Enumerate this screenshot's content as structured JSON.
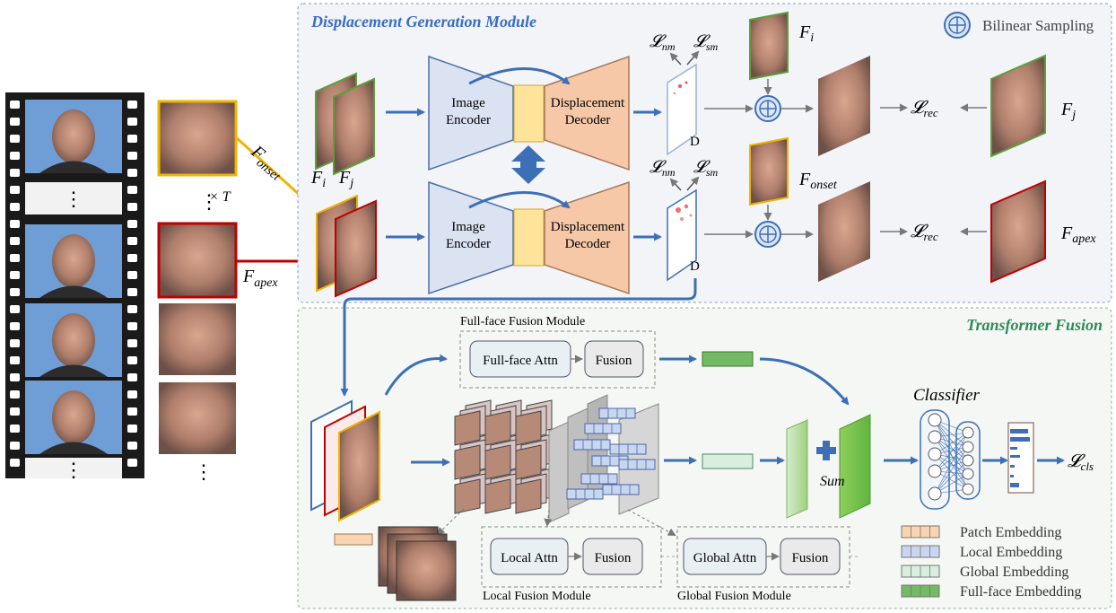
{
  "colors": {
    "panel_bg": "#f2f4f8",
    "panel_border": "#7f97c4",
    "encoder": "#dbe3f3",
    "decoder": "#f6c8a8",
    "bottleneck": "#fde49a",
    "arrow_blue": "#3d6fb6",
    "onset_border": "#f0b400",
    "apex_border": "#c00000",
    "green_frame": "#5f9e3a",
    "title_blue": "#3a6cc2",
    "title_green": "#2e8b57",
    "patch_embed": "#f8d5b0",
    "local_embed": "#c9d6f0",
    "global_embed": "#d8eedf",
    "fullface_embed": "#72bb64"
  },
  "displacement_module": {
    "title": "Displacement Generation Module",
    "legend": "Bilinear Sampling",
    "encoder_label_1": "Image",
    "encoder_label_2": "Encoder",
    "decoder_label_1": "Displacement",
    "decoder_label_2": "Decoder",
    "d_label": "D"
  },
  "loss_labels": {
    "nm": "𝓛",
    "nm_sub": "nm",
    "sm": "𝓛",
    "sm_sub": "sm",
    "rec": "𝓛",
    "rec_sub": "rec",
    "cls": "𝓛",
    "cls_sub": "cls"
  },
  "frame_labels": {
    "Fi": "F",
    "Fi_sub": "i",
    "Fj": "F",
    "Fj_sub": "j",
    "Fonset": "F",
    "Fonset_sub": "onset",
    "Fapex": "F",
    "Fapex_sub": "apex",
    "times_T": "× T",
    "ellipsis": "⋮"
  },
  "transformer": {
    "title": "Transformer Fusion",
    "fullface_module": "Full-face Fusion Module",
    "fullface_attn": "Full-face Attn",
    "fusion": "Fusion",
    "local_attn": "Local Attn",
    "global_attn": "Global Attn",
    "local_module": "Local Fusion Module",
    "global_module": "Global Fusion Module",
    "classifier": "Classifier",
    "sum": "Sum"
  },
  "legend": [
    {
      "label": "Patch Embedding",
      "color": "#f8d5b0"
    },
    {
      "label": "Local Embedding",
      "color": "#c9d6f0"
    },
    {
      "label": "Global Embedding",
      "color": "#d8eedf"
    },
    {
      "label": "Full-face Embedding",
      "color": "#72bb64"
    }
  ]
}
